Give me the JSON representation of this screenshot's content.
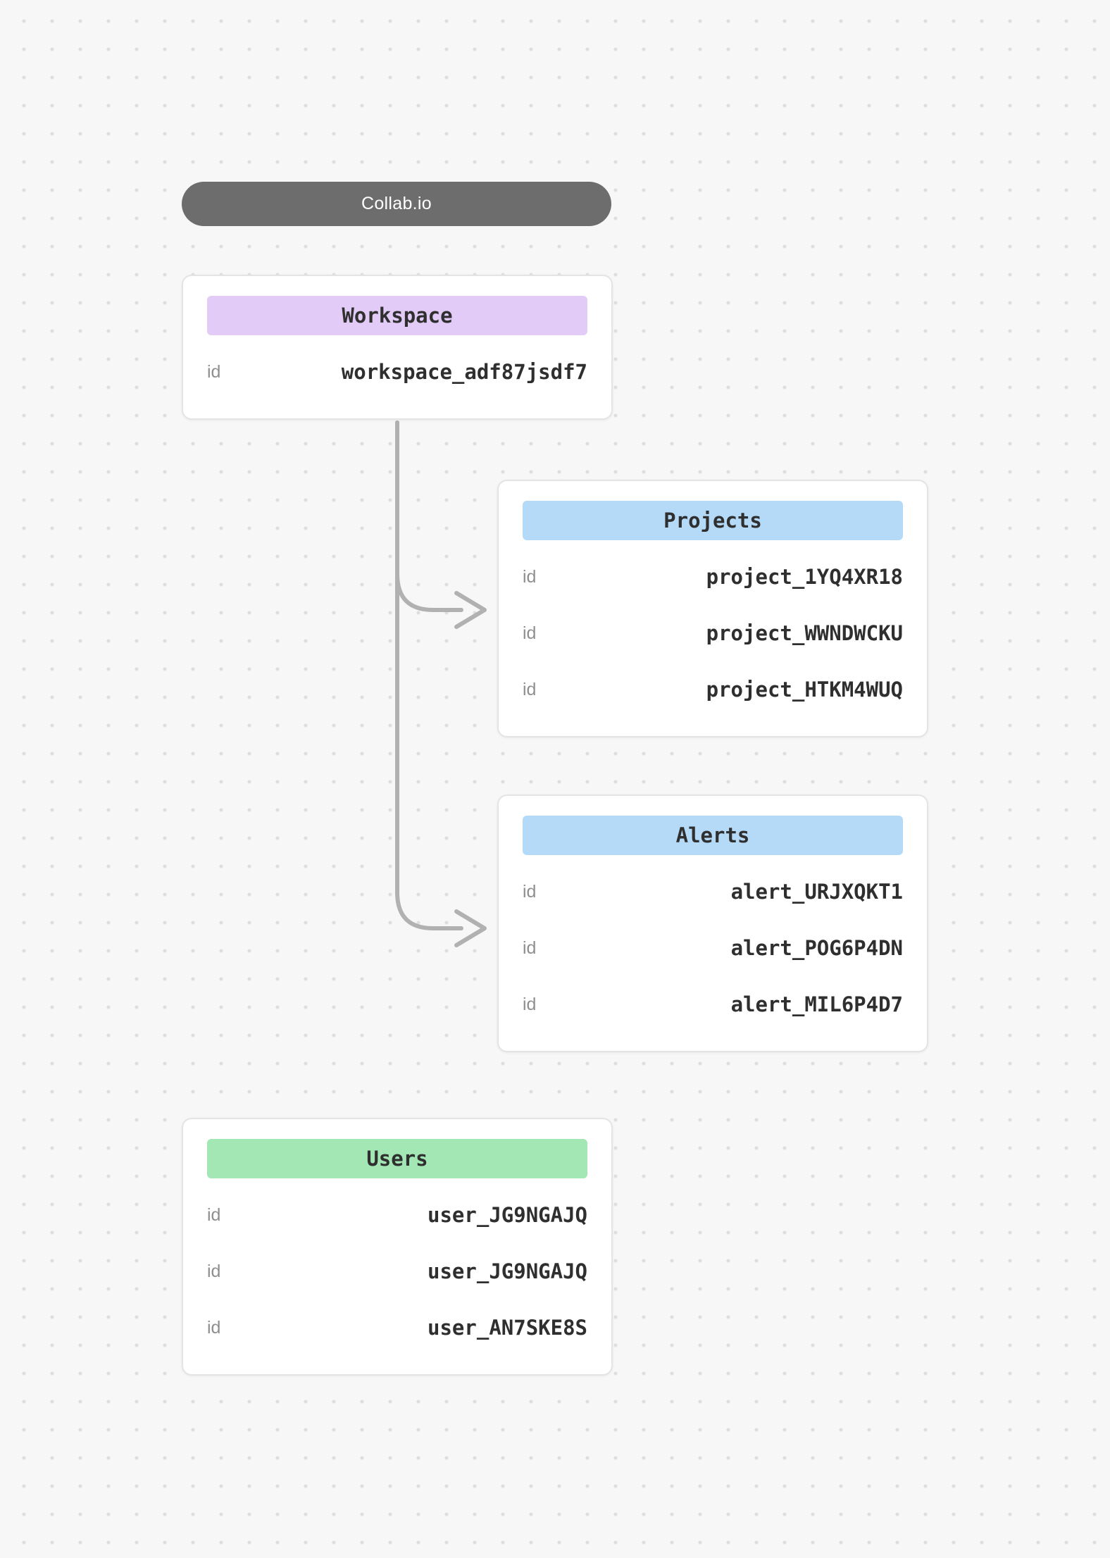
{
  "title_pill": {
    "label": "Collab.io",
    "bg_color": "#6d6d6d",
    "text_color": "#ffffff"
  },
  "cards": {
    "workspace": {
      "title": "Workspace",
      "header_color": "#e3cbf8",
      "rows": [
        {
          "label": "id",
          "value": "workspace_adf87jsdf7"
        }
      ]
    },
    "projects": {
      "title": "Projects",
      "header_color": "#b5daf7",
      "rows": [
        {
          "label": "id",
          "value": "project_1YQ4XR18"
        },
        {
          "label": "id",
          "value": "project_WWNDWCKU"
        },
        {
          "label": "id",
          "value": "project_HTKM4WUQ"
        }
      ]
    },
    "alerts": {
      "title": "Alerts",
      "header_color": "#b5daf7",
      "rows": [
        {
          "label": "id",
          "value": "alert_URJXQKT1"
        },
        {
          "label": "id",
          "value": "alert_POG6P4DN"
        },
        {
          "label": "id",
          "value": "alert_MIL6P4D7"
        }
      ]
    },
    "users": {
      "title": "Users",
      "header_color": "#a3e7b4",
      "rows": [
        {
          "label": "id",
          "value": "user_JG9NGAJQ"
        },
        {
          "label": "id",
          "value": "user_JG9NGAJQ"
        },
        {
          "label": "id",
          "value": "user_AN7SKE8S"
        }
      ]
    }
  },
  "connectors": {
    "color": "#b1b1b1",
    "edges": [
      {
        "from": "workspace",
        "to": "projects"
      },
      {
        "from": "workspace",
        "to": "alerts"
      }
    ]
  },
  "background": {
    "page_color": "#f7f7f8",
    "dot_color": "#dedede"
  }
}
